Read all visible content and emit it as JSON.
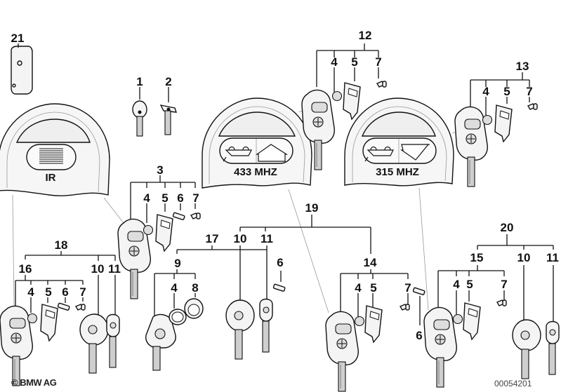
{
  "diagram": {
    "title": "BMW key parts diagram",
    "plates": [
      {
        "id": "ir",
        "label": "IR",
        "icon": "infrared-window-icon"
      },
      {
        "id": "433",
        "label": "433 MHZ",
        "icon": "car-lock-unlock-icon"
      },
      {
        "id": "315",
        "label": "315 MHZ",
        "icon": "car-lock-unlock-icon"
      }
    ],
    "callouts": {
      "c21": "21",
      "c1": "1",
      "c2": "2",
      "c12": "12",
      "c12_4": "4",
      "c12_5": "5",
      "c12_7": "7",
      "c13": "13",
      "c13_4": "4",
      "c13_5": "5",
      "c13_7": "7",
      "c3": "3",
      "c3_4": "4",
      "c3_5": "5",
      "c3_6": "6",
      "c3_7": "7",
      "c19": "19",
      "c18": "18",
      "c16": "16",
      "c16_4": "4",
      "c16_5": "5",
      "c16_6": "6",
      "c16_7": "7",
      "c18_10": "10",
      "c18_11": "11",
      "c17": "17",
      "c9": "9",
      "c9_4": "4",
      "c9_8": "8",
      "c17_10": "10",
      "c17_11": "11",
      "c6a": "6",
      "c14": "14",
      "c14_4": "4",
      "c14_5": "5",
      "c14_7": "7",
      "c6b": "6",
      "c20": "20",
      "c15": "15",
      "c15_4": "4",
      "c15_5": "5",
      "c15_7": "7",
      "c20_10": "10",
      "c20_11": "11"
    },
    "footer": {
      "copyright": "© BMW AG",
      "diagram_number": "00054201"
    }
  }
}
